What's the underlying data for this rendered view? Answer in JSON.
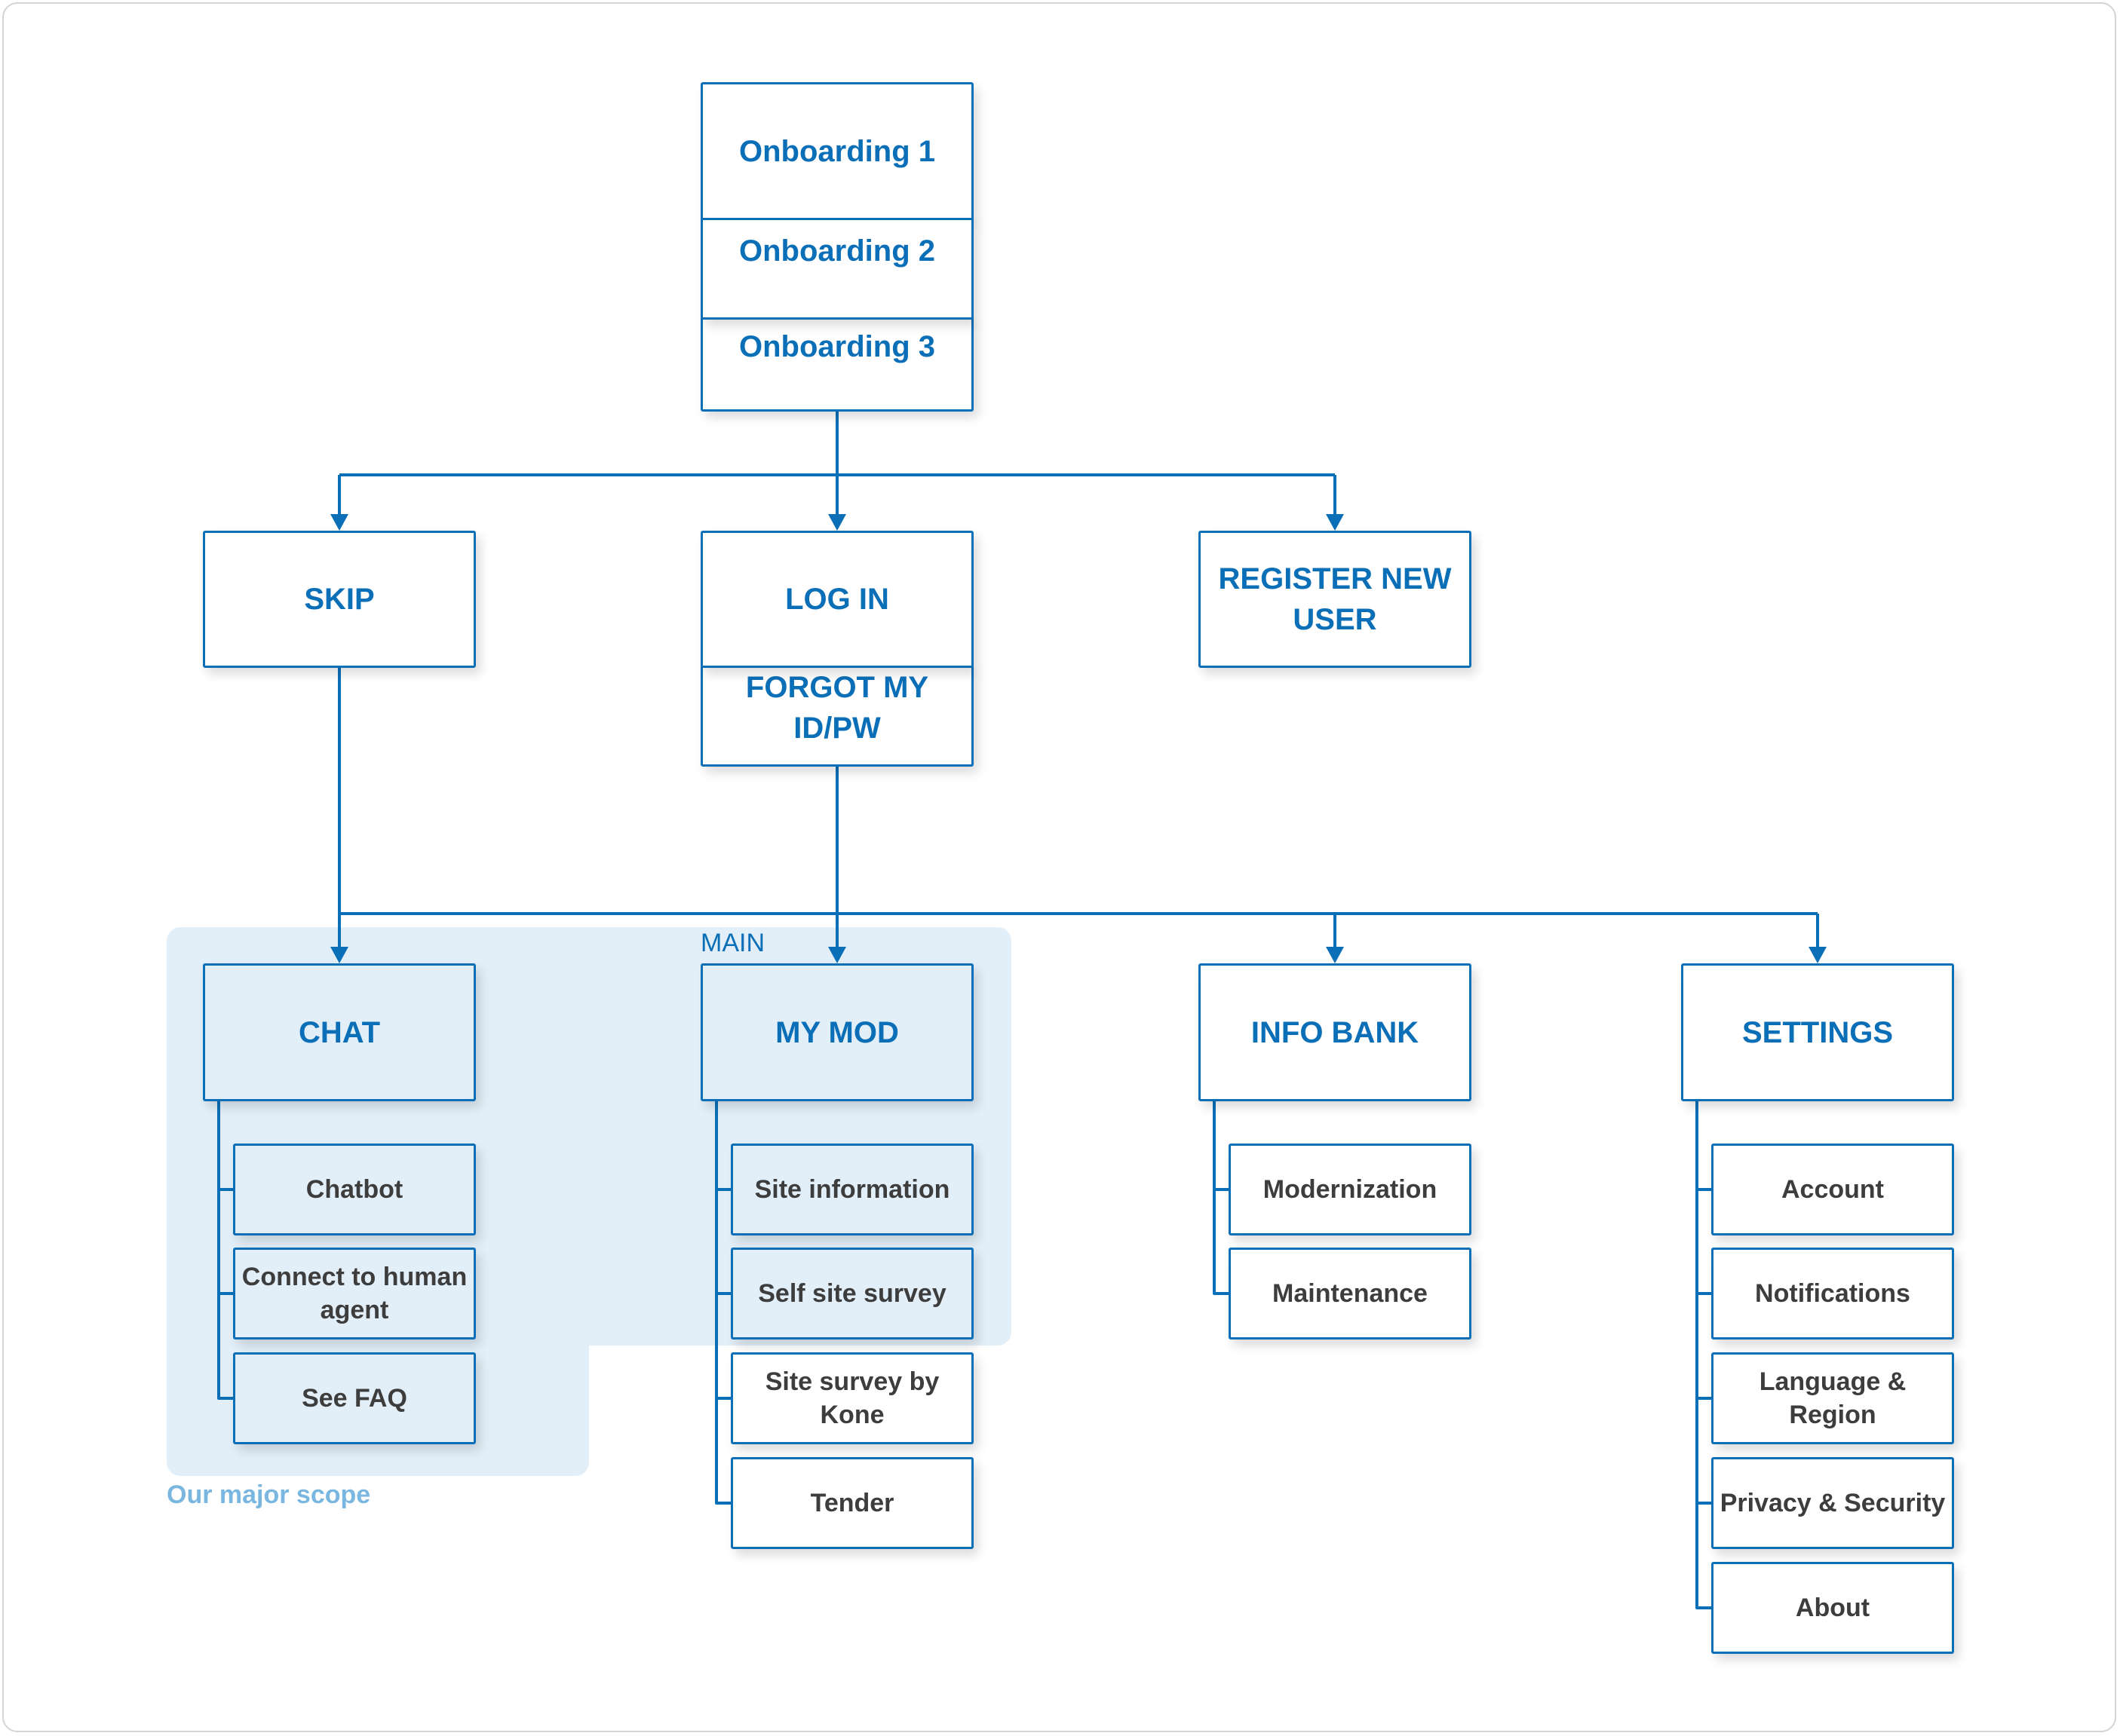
{
  "colors": {
    "accent": "#0b6fb8",
    "sub_text": "#3d3d3d",
    "scope_fill": "#e3eff8",
    "scope_label": "#7ab7e0",
    "frame_border": "#d4d4d4"
  },
  "labels": {
    "main": "MAIN",
    "scope": "Our major scope"
  },
  "onboarding": [
    "Onboarding 1",
    "Onboarding 2",
    "Onboarding 3"
  ],
  "entry": {
    "skip": "SKIP",
    "login": "LOG IN",
    "forgot": "FORGOT MY ID/PW",
    "register": "REGISTER NEW USER"
  },
  "sections": [
    {
      "title": "CHAT",
      "items": [
        "Chatbot",
        "Connect to human agent",
        "See FAQ"
      ]
    },
    {
      "title": "MY MOD",
      "items": [
        "Site information",
        "Self site survey",
        "Site survey by Kone",
        "Tender"
      ]
    },
    {
      "title": "INFO BANK",
      "items": [
        "Modernization",
        "Maintenance"
      ]
    },
    {
      "title": "SETTINGS",
      "items": [
        "Account",
        "Notifications",
        "Language & Region",
        "Privacy & Security",
        "About"
      ]
    }
  ]
}
